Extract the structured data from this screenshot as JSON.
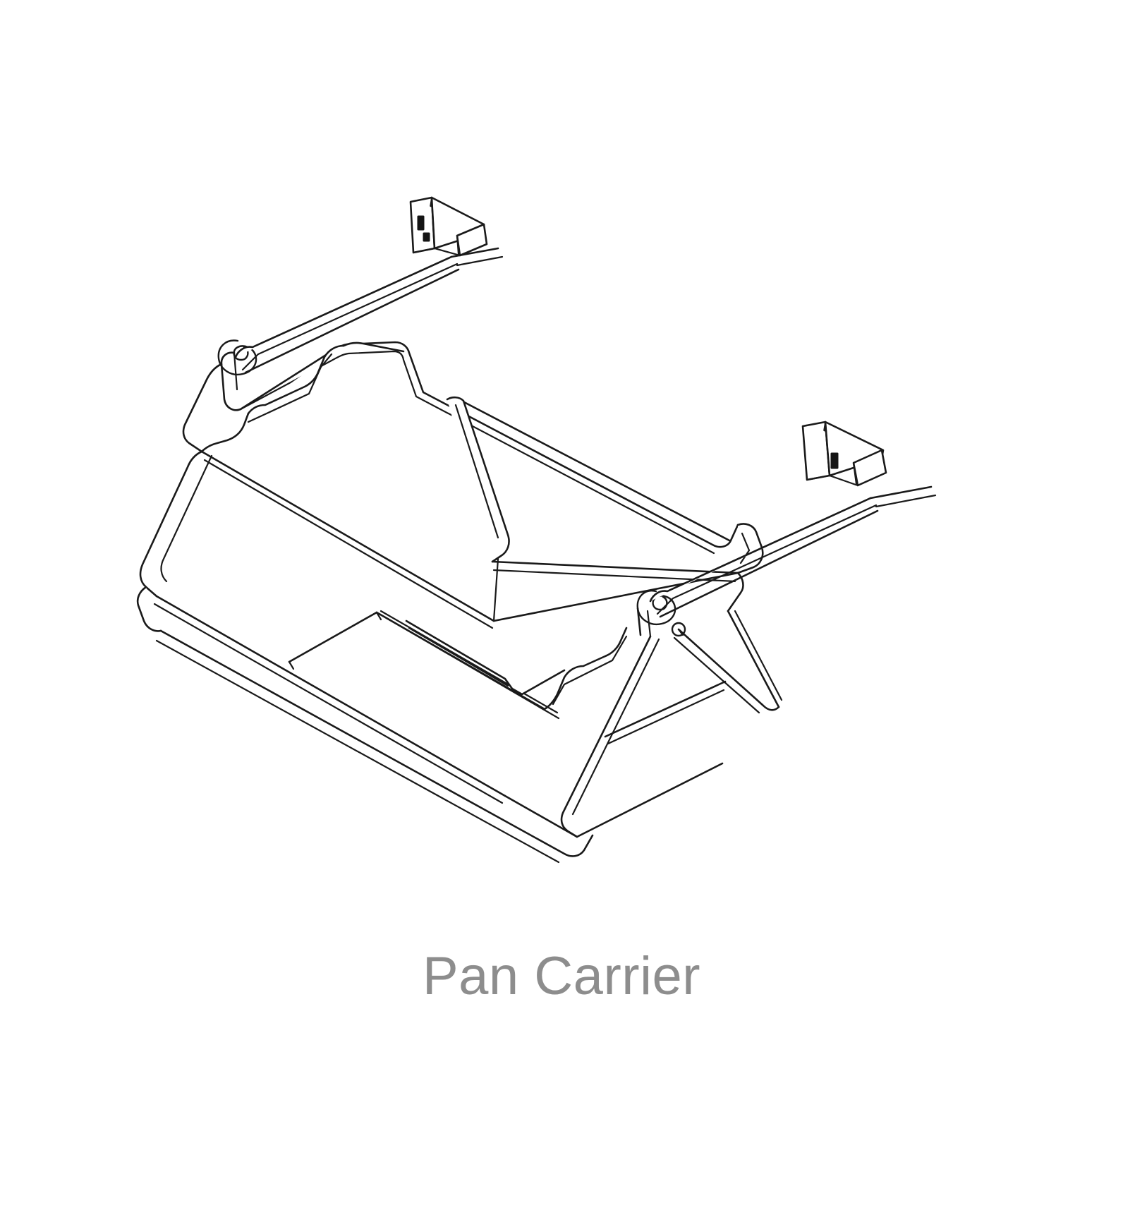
{
  "document": {
    "type": "technical-line-illustration",
    "background_color": "#ffffff",
    "line_color": "#1a1a1a"
  },
  "figure": {
    "name": "pan-carrier-isometric-drawing",
    "alt_label": "Isometric wireframe line drawing of a tubular pan carrier basket with two hanging hook brackets",
    "view": "isometric",
    "parts": [
      {
        "name": "left-hook-bracket",
        "label": "Left mounting hook bracket"
      },
      {
        "name": "right-hook-bracket",
        "label": "Right mounting hook bracket"
      },
      {
        "name": "left-hanger-arm",
        "label": "Left hanger arm"
      },
      {
        "name": "right-hanger-arm",
        "label": "Right hanger arm"
      },
      {
        "name": "basket-frame",
        "label": "Tubular basket frame"
      },
      {
        "name": "cross-bars",
        "label": "Cross support bars"
      },
      {
        "name": "support-leg",
        "label": "Support leg"
      }
    ]
  },
  "caption": {
    "text": "Pan Carrier",
    "color": "#8d8d8d"
  }
}
